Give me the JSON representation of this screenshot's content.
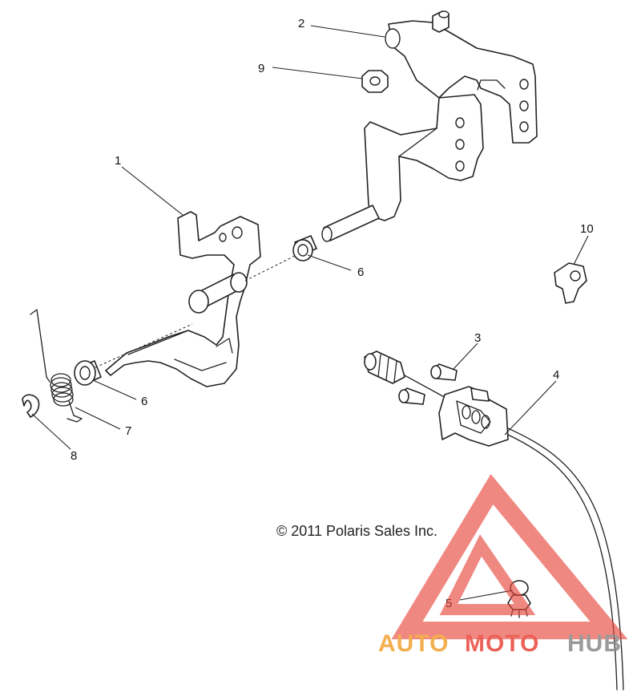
{
  "callouts": {
    "c1": "1",
    "c2": "2",
    "c3": "3",
    "c4": "4",
    "c5": "5",
    "c6a": "6",
    "c6b": "6",
    "c7": "7",
    "c8": "8",
    "c9": "9",
    "c10": "10"
  },
  "copyright": "© 2011 Polaris Sales Inc.",
  "watermark": {
    "part1": "AUTO",
    "part2": "MOTO",
    "part3": "HUB",
    "colors": {
      "orange": "#f2a12e",
      "gray": "#8a8a8a",
      "red": "#e8463c"
    }
  }
}
